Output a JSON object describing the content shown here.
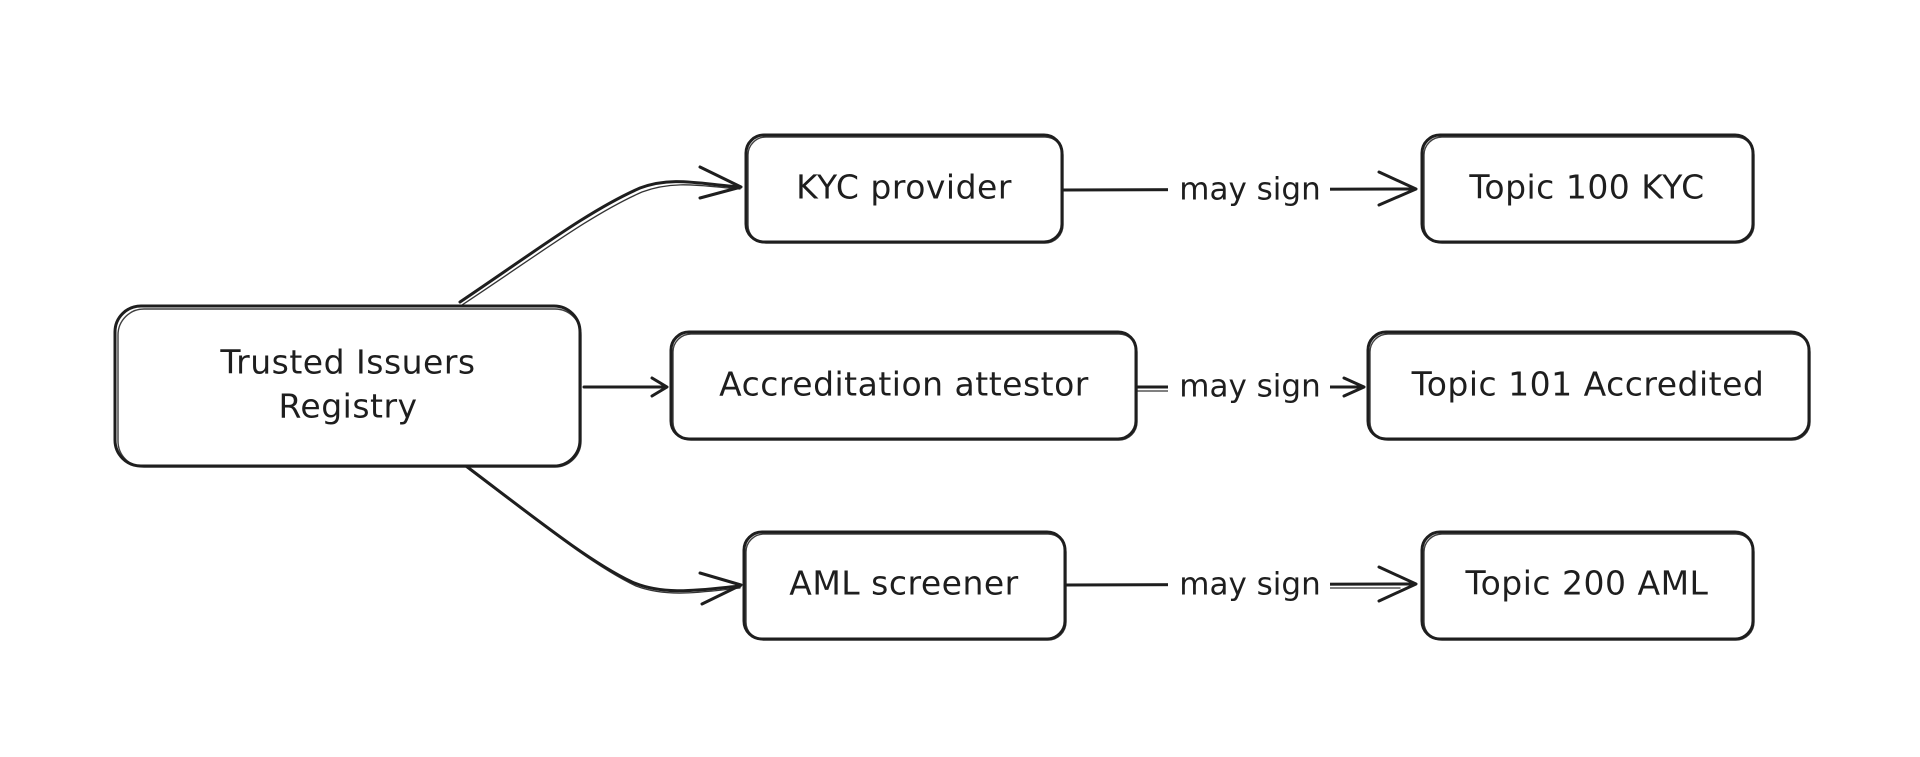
{
  "diagram": {
    "nodes": {
      "registry": {
        "lines": [
          "Trusted Issuers",
          "Registry"
        ]
      },
      "kyc_provider": {
        "label": "KYC provider"
      },
      "accreditation_attestor": {
        "label": "Accreditation attestor"
      },
      "aml_screener": {
        "label": "AML screener"
      },
      "topic_100": {
        "label": "Topic 100 KYC"
      },
      "topic_101": {
        "label": "Topic 101 Accredited"
      },
      "topic_200": {
        "label": "Topic 200 AML"
      }
    },
    "edges": [
      {
        "from": "registry",
        "to": "kyc_provider",
        "label": ""
      },
      {
        "from": "registry",
        "to": "accreditation_attestor",
        "label": ""
      },
      {
        "from": "registry",
        "to": "aml_screener",
        "label": ""
      },
      {
        "from": "kyc_provider",
        "to": "topic_100",
        "label": "may sign"
      },
      {
        "from": "accreditation_attestor",
        "to": "topic_101",
        "label": "may sign"
      },
      {
        "from": "aml_screener",
        "to": "topic_200",
        "label": "may sign"
      }
    ],
    "colors": {
      "stroke": "#1e1e1e",
      "background": "#ffffff"
    }
  }
}
